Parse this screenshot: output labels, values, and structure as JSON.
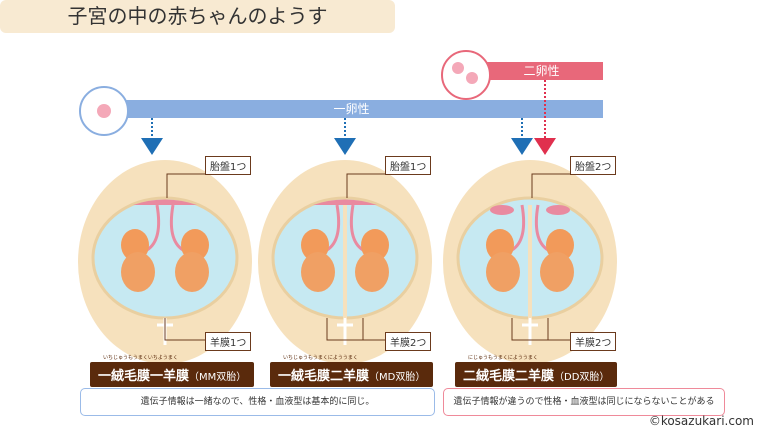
{
  "title": "子宮の中の赤ちゃんのようす",
  "bars": {
    "monozygotic": "一卵性",
    "dizygotic": "二卵性"
  },
  "colors": {
    "blue": "#8aaee0",
    "pink": "#e8687a",
    "brown": "#5a2a0c",
    "arrow_blue": "#1f6fb5",
    "arrow_pink": "#e0304e"
  },
  "cases": [
    {
      "placenta": "胎盤1つ",
      "amnion": "羊膜1つ",
      "ruby": "いちじゅうもうまくいちようまく",
      "name": "一絨毛膜一羊膜",
      "abbr": "（MM双胎）"
    },
    {
      "placenta": "胎盤1つ",
      "amnion": "羊膜2つ",
      "ruby": "いちじゅうもうまくによううまく",
      "name": "一絨毛膜二羊膜",
      "abbr": "（MD双胎）"
    },
    {
      "placenta": "胎盤2つ",
      "amnion": "羊膜2つ",
      "ruby": "にじゅうもうまくによううまく",
      "name": "二絨毛膜二羊膜",
      "abbr": "（DD双胎）"
    }
  ],
  "notes": {
    "same": "遺伝子情報は一緒なので、性格・血液型は基本的に同じ。",
    "different": "遺伝子情報が違うので性格・血液型は同じにならないことがある"
  },
  "copyright": "©kosazukari.com"
}
